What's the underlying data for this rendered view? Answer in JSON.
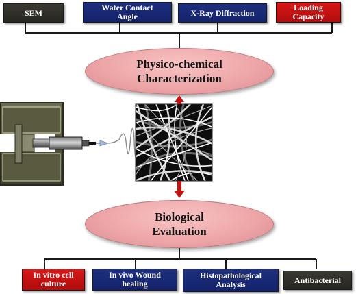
{
  "top_row": {
    "sem": "SEM",
    "water_contact_angle": "Water Contact Angle",
    "xray_diffraction": "X-Ray Diffraction",
    "loading_capacity": "Loading Capacity"
  },
  "physico_chemical": {
    "line1": "Physico-chemical",
    "line2": "Characterization"
  },
  "biological": {
    "line1": "Biological",
    "line2": "Evaluation"
  },
  "bottom_row": {
    "in_vitro": "In vitro cell culture",
    "in_vivo": "In vivo Wound healing",
    "histopathological": "Histopathological Analysis",
    "antibacterial": "Antibacterial"
  },
  "colors": {
    "dark_box": "#2f2f28",
    "blue_box": "#17256f",
    "red_box": "#c91010",
    "ellipse_fill": "#eda4a6",
    "arrow_red": "#c41212"
  }
}
